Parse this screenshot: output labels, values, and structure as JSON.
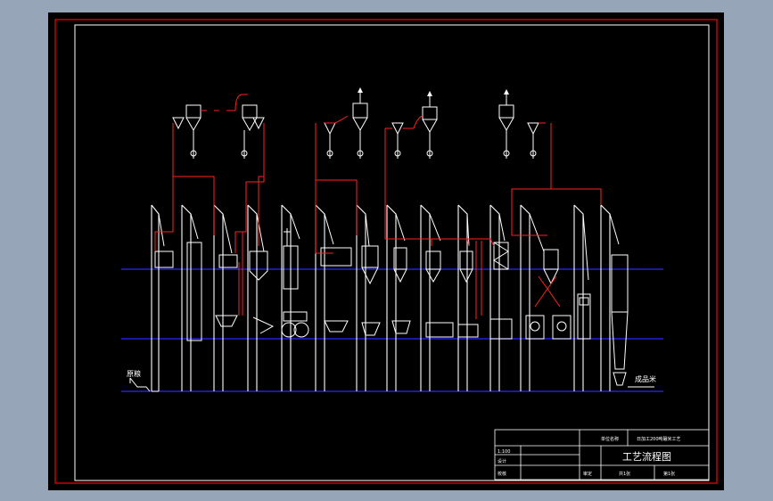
{
  "drawing": {
    "colors": {
      "background": "#000000",
      "border": "#ff0000",
      "frame": "#ffffff",
      "pipe": "#ff0000",
      "floor_line": "#0000ff",
      "equipment": "#ffffff"
    },
    "labels": {
      "raw_material": "原粮",
      "finished_product": "成品米"
    },
    "title_block": {
      "title": "工艺流程图",
      "scale_small": "1:100",
      "school_label": "单位名称",
      "project_label": "日加工200吨碾米工艺",
      "designer_label": "设计",
      "checker_label": "校核",
      "approver_label": "审定",
      "sheet_label": "共1张",
      "sheet_no_label": "第1张"
    }
  }
}
